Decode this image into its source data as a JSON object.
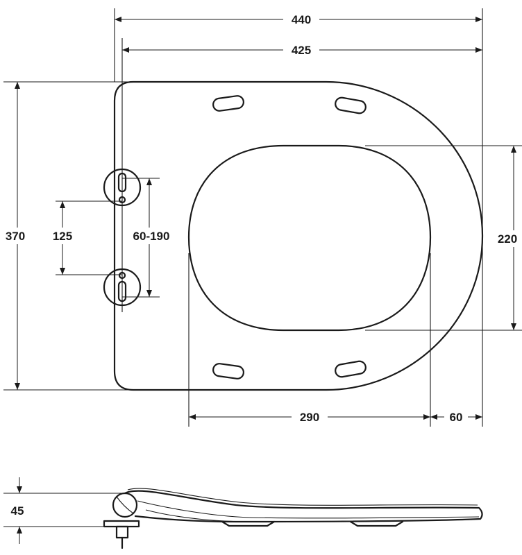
{
  "dimensions": {
    "total_width": "440",
    "hinge_to_end": "425",
    "total_length": "370",
    "hinge_spacing": "125",
    "hinge_adjust_range": "60-190",
    "opening_width": "220",
    "opening_length": "290",
    "front_rim": "60",
    "side_height": "45"
  }
}
